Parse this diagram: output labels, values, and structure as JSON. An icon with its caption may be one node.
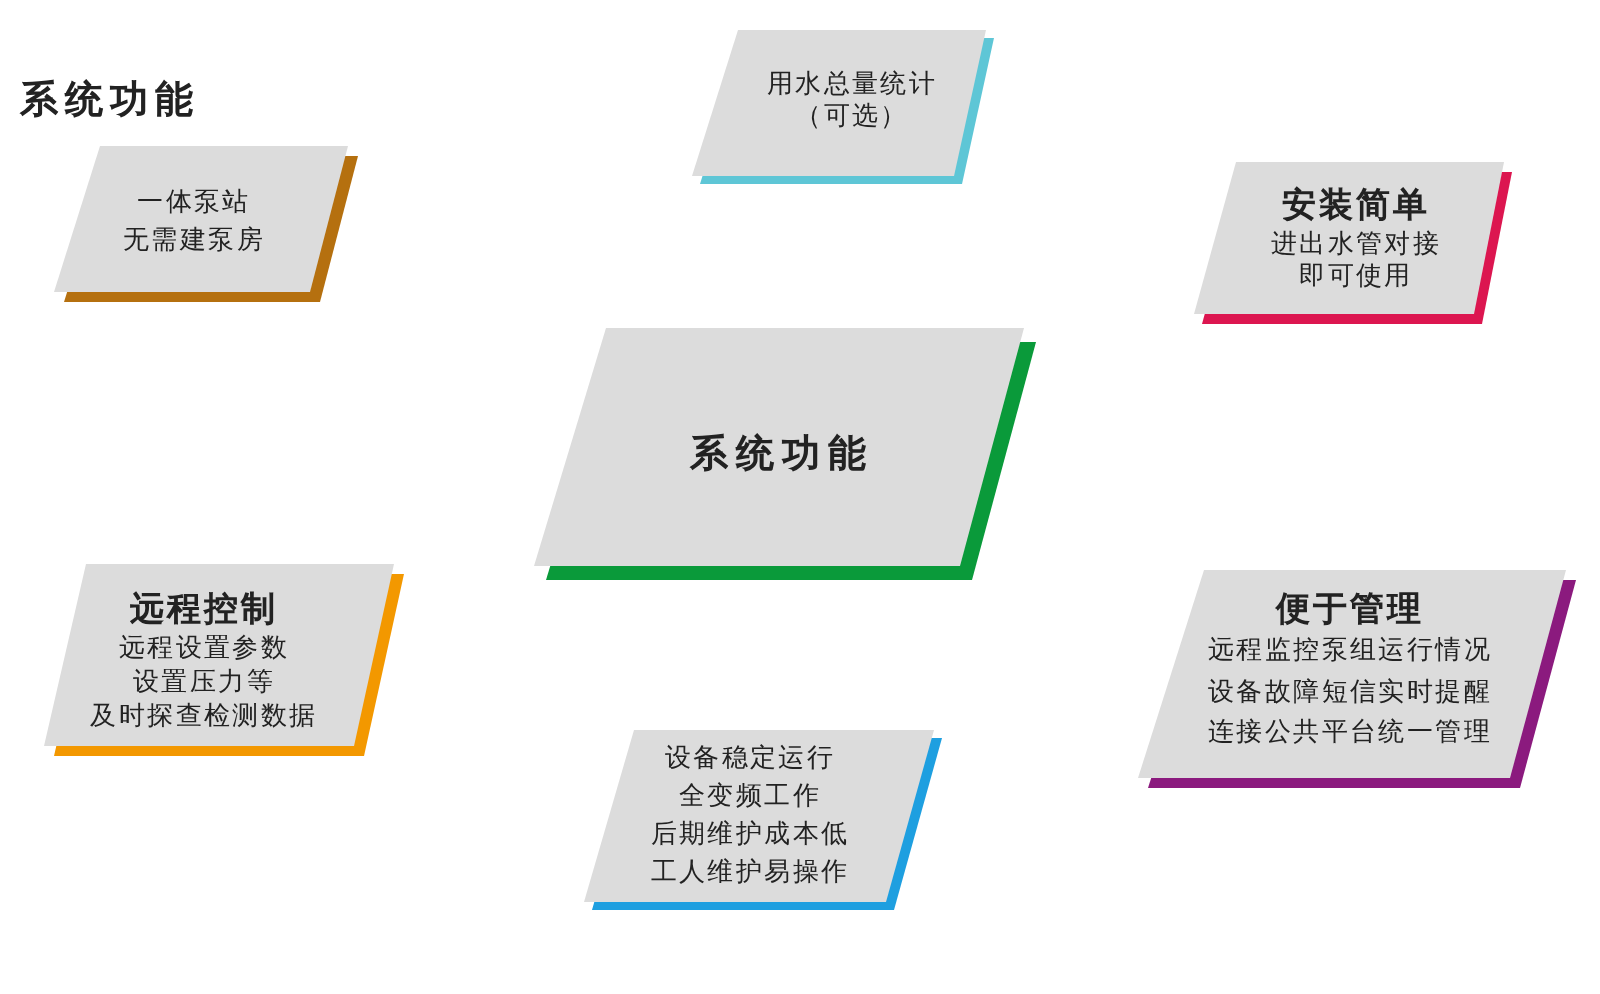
{
  "diagram": {
    "title": "系统功能",
    "nodes": [
      {
        "text": [
          "用水总量统计（可选）"
        ]
      },
      {
        "text": [
          "一体泵站",
          "无需建泵房"
        ]
      },
      {
        "text": [
          "安装简单",
          "进出水管对接即可使用"
        ]
      },
      {
        "text": [
          "系统功能"
        ]
      },
      {
        "text": [
          "远程控制",
          "远程设置参数",
          "设置压力等",
          "及时探查检测数据"
        ]
      },
      {
        "text": [
          "便于管理",
          "远程监控泵组运行情况",
          "设备故障短信实时提醒",
          "连接公共平台统一管理"
        ]
      },
      {
        "text": [
          "设备稳定运行",
          "全变频工作",
          "后期维护成本低",
          "工人维护易操作"
        ]
      }
    ]
  }
}
